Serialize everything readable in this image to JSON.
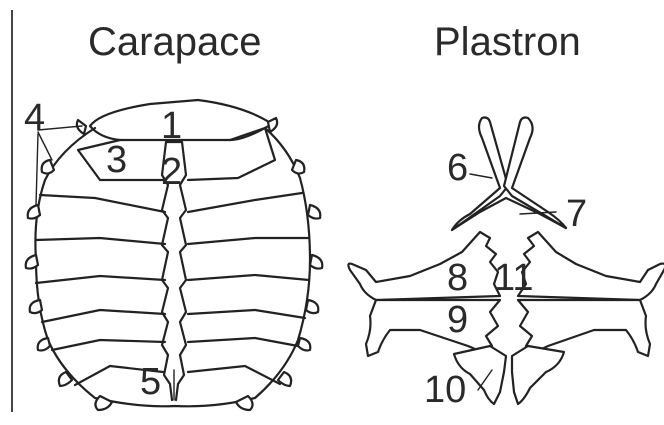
{
  "titles": {
    "carapace": "Carapace",
    "plastron": "Plastron"
  },
  "labels": {
    "l1": "1",
    "l2": "2",
    "l3": "3",
    "l4": "4",
    "l5": "5",
    "l6": "6",
    "l7": "7",
    "l8": "8",
    "l9": "9",
    "l10": "10",
    "l11": "11"
  }
}
